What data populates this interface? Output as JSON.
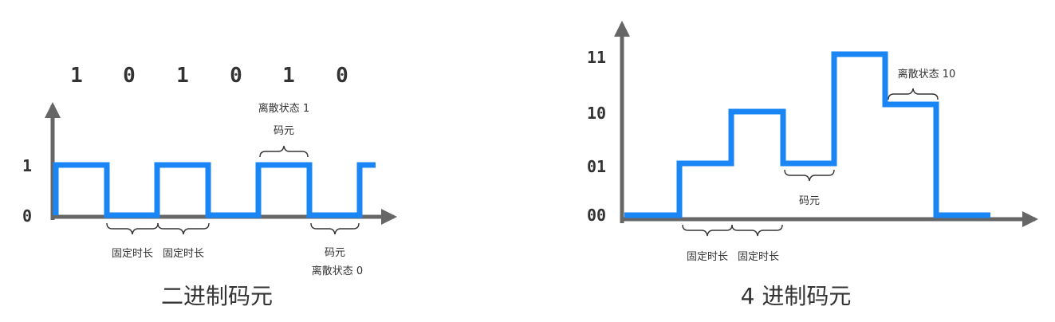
{
  "binary_panel": {
    "bits": [
      "1",
      "0",
      "1",
      "0",
      "1",
      "0"
    ],
    "y_ticks": [
      "1",
      "0"
    ],
    "annotations": {
      "state_1": "离散状态 1",
      "symbol_top": "码元",
      "fixed_duration_1": "固定时长",
      "fixed_duration_2": "固定时长",
      "symbol_bottom": "码元",
      "state_0": "离散状态 0"
    },
    "title": "二进制码元",
    "signal_levels": [
      1,
      0,
      1,
      0,
      1,
      0,
      1
    ]
  },
  "quaternary_panel": {
    "y_ticks": [
      "11",
      "10",
      "01",
      "00"
    ],
    "annotations": {
      "state_10": "离散状态 10",
      "symbol_mid": "码元",
      "fixed_duration_1": "固定时长",
      "fixed_duration_2": "固定时长"
    },
    "title": "4 进制码元",
    "signal_levels": [
      "00",
      "01",
      "10",
      "01",
      "11",
      "10",
      "00"
    ]
  },
  "colors": {
    "signal": "#1a86f5",
    "axis": "#666666",
    "text": "#333333"
  }
}
